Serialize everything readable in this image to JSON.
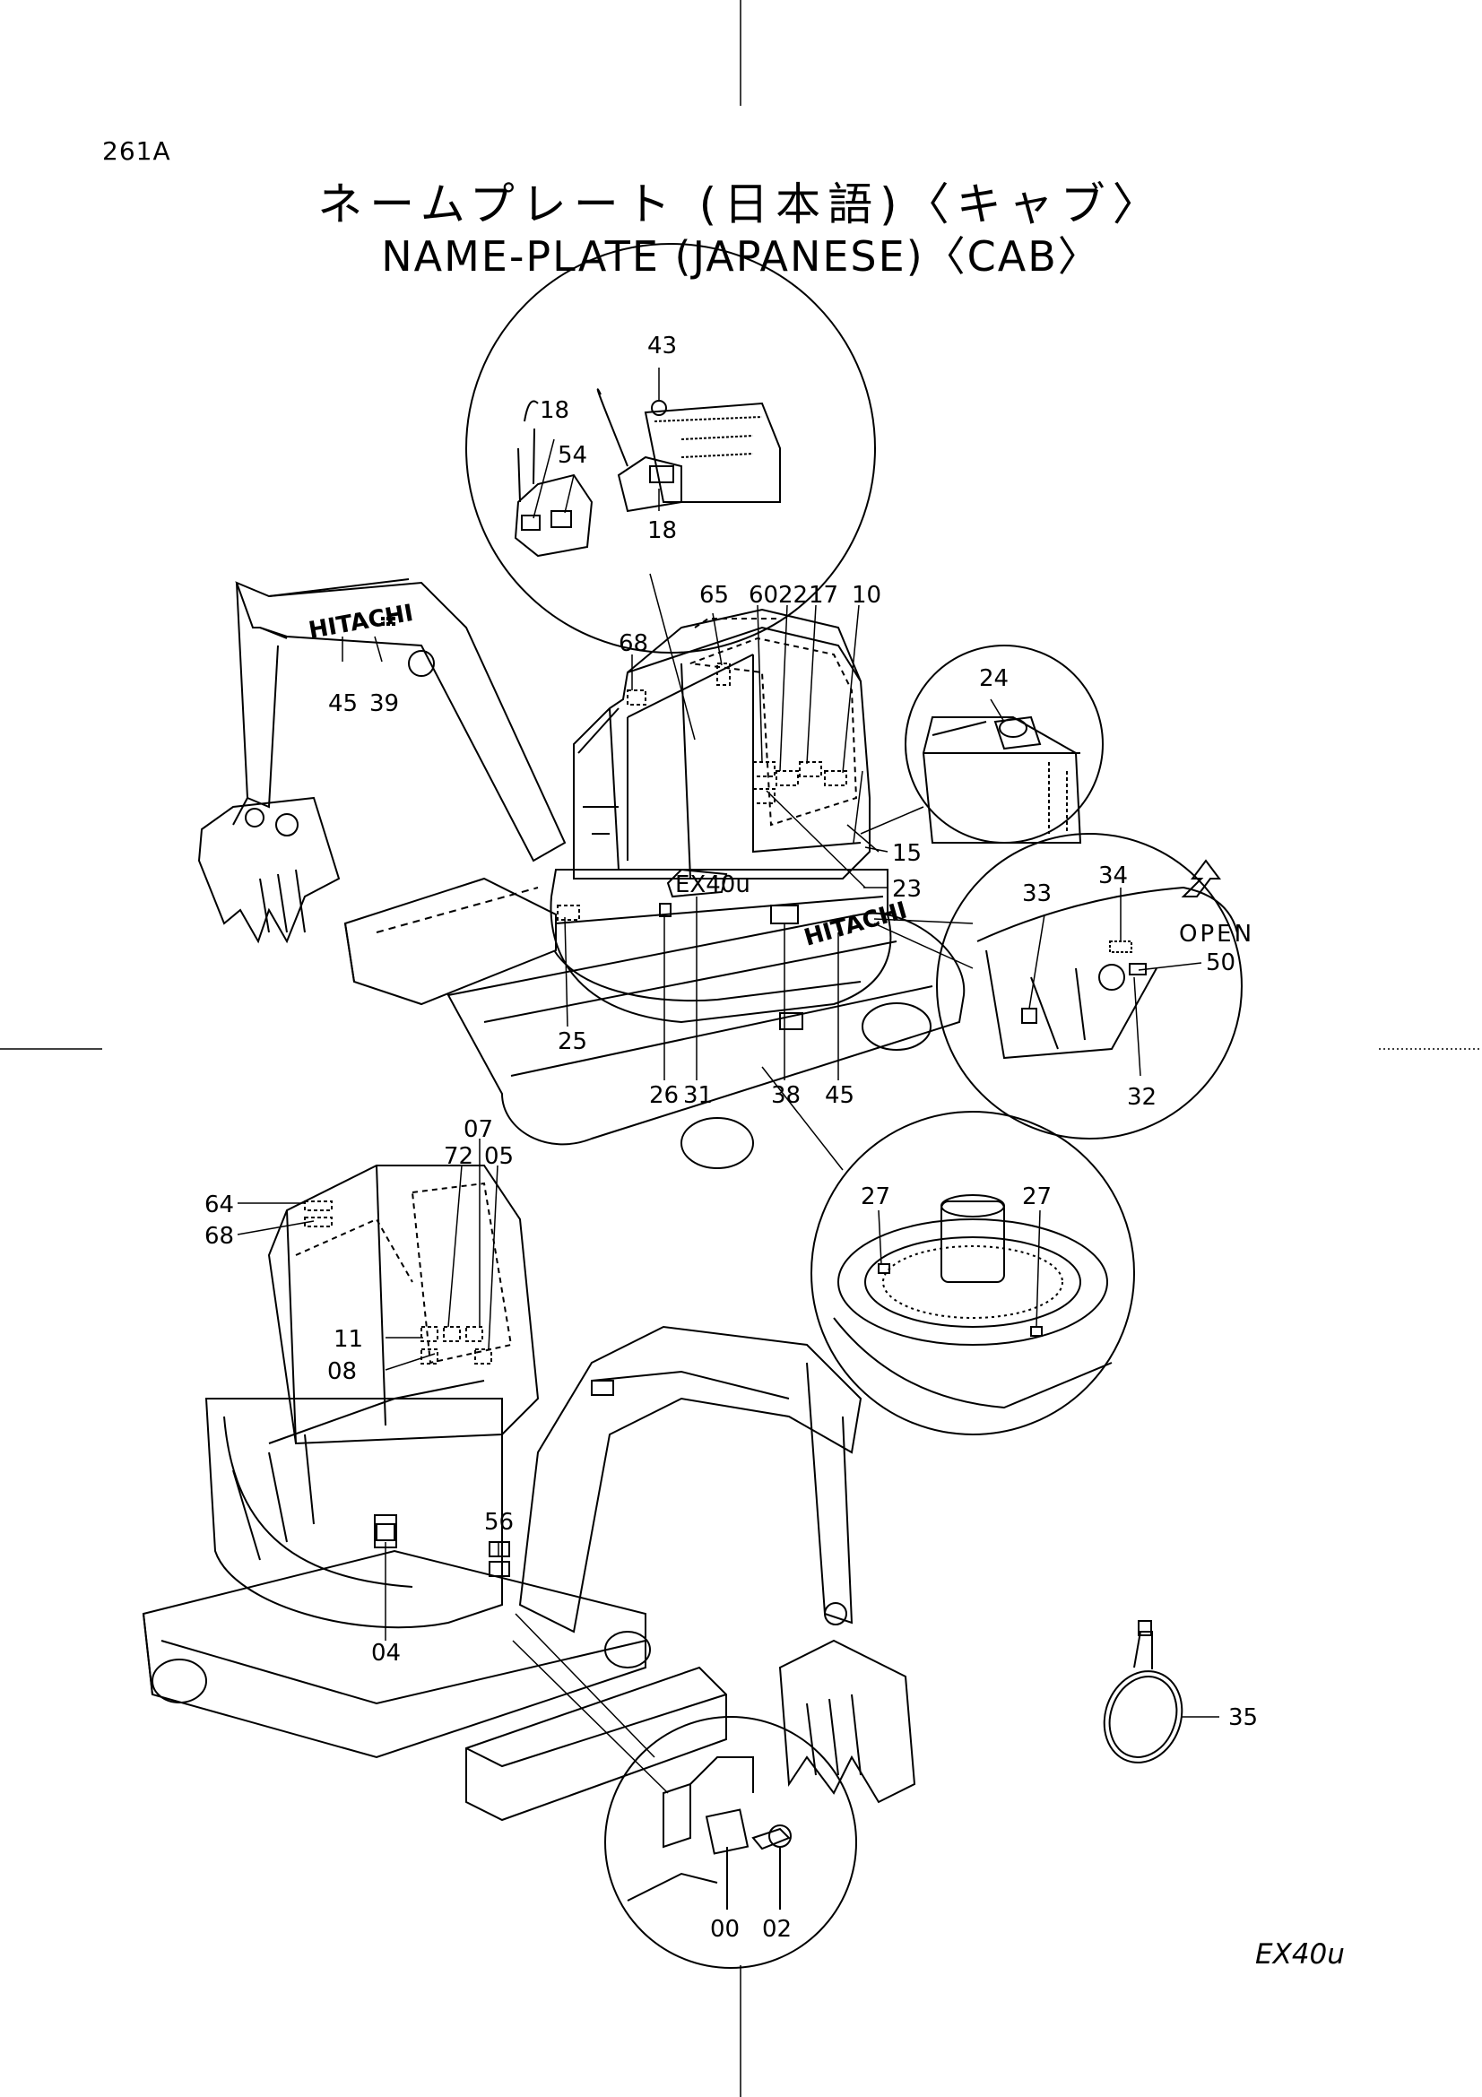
{
  "page_code": "261A",
  "title_jp": "ネームプレート (日本語)〈キャブ〉",
  "title_en": "NAME-PLATE (JAPANESE)〈CAB〉",
  "model_code": "EX40u",
  "brand_text": "HITACHI",
  "badge_text": "EX40u",
  "open_text": "OPEN",
  "tag_text": "",
  "callouts": {
    "c43": "43",
    "c18a": "18",
    "c54": "54",
    "c18b": "18",
    "c65": "65",
    "c60": "60",
    "c22": "22",
    "c17": "17",
    "c10": "10",
    "c68a": "68",
    "c45a": "45",
    "c39": "39",
    "c24": "24",
    "c15": "15",
    "c23": "23",
    "c34": "34",
    "c33": "33",
    "c50": "50",
    "c32": "32",
    "c25": "25",
    "c26": "26",
    "c31": "31",
    "c38": "38",
    "c45b": "45",
    "c27a": "27",
    "c27b": "27",
    "c07": "07",
    "c72": "72",
    "c05": "05",
    "c64": "64",
    "c68b": "68",
    "c11": "11",
    "c08": "08",
    "c56": "56",
    "c04": "04",
    "c00": "00",
    "c02": "02",
    "c35": "35"
  }
}
